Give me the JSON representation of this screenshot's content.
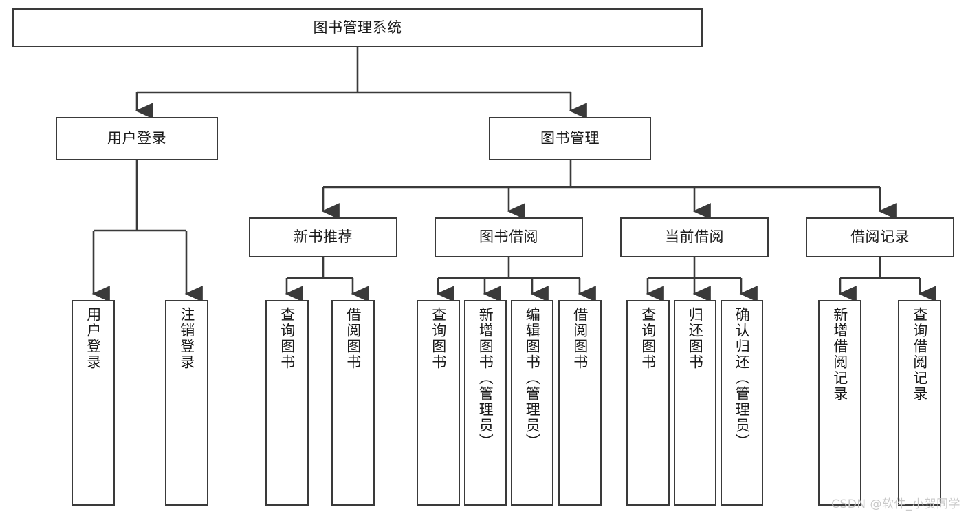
{
  "diagram": {
    "type": "tree",
    "title": "图书管理系统",
    "orientation": "top-down",
    "colors": {
      "stroke": "#3a3a3a",
      "fill": "#ffffff",
      "text": "#1a1a1a",
      "watermark": "#c9c9c9"
    },
    "root": {
      "label": "图书管理系统"
    },
    "level2": [
      {
        "label": "用户登录"
      },
      {
        "label": "图书管理"
      }
    ],
    "level3": [
      {
        "label": "新书推荐"
      },
      {
        "label": "图书借阅"
      },
      {
        "label": "当前借阅"
      },
      {
        "label": "借阅记录"
      }
    ],
    "leaves": {
      "user_login": [
        {
          "label": "用户登录"
        },
        {
          "label": "注销登录"
        }
      ],
      "new_book_recommend": [
        {
          "label": "查询图书"
        },
        {
          "label": "借阅图书"
        }
      ],
      "book_borrow": [
        {
          "label": "查询图书"
        },
        {
          "label": "新增图书（管理员）"
        },
        {
          "label": "编辑图书（管理员）"
        },
        {
          "label": "借阅图书"
        }
      ],
      "current_borrow": [
        {
          "label": "查询图书"
        },
        {
          "label": "归还图书"
        },
        {
          "label": "确认归还（管理员）"
        }
      ],
      "borrow_record": [
        {
          "label": "新增借阅记录"
        },
        {
          "label": "查询借阅记录"
        }
      ]
    }
  },
  "watermark": {
    "text": "CSDN @软件_小贺同学"
  }
}
